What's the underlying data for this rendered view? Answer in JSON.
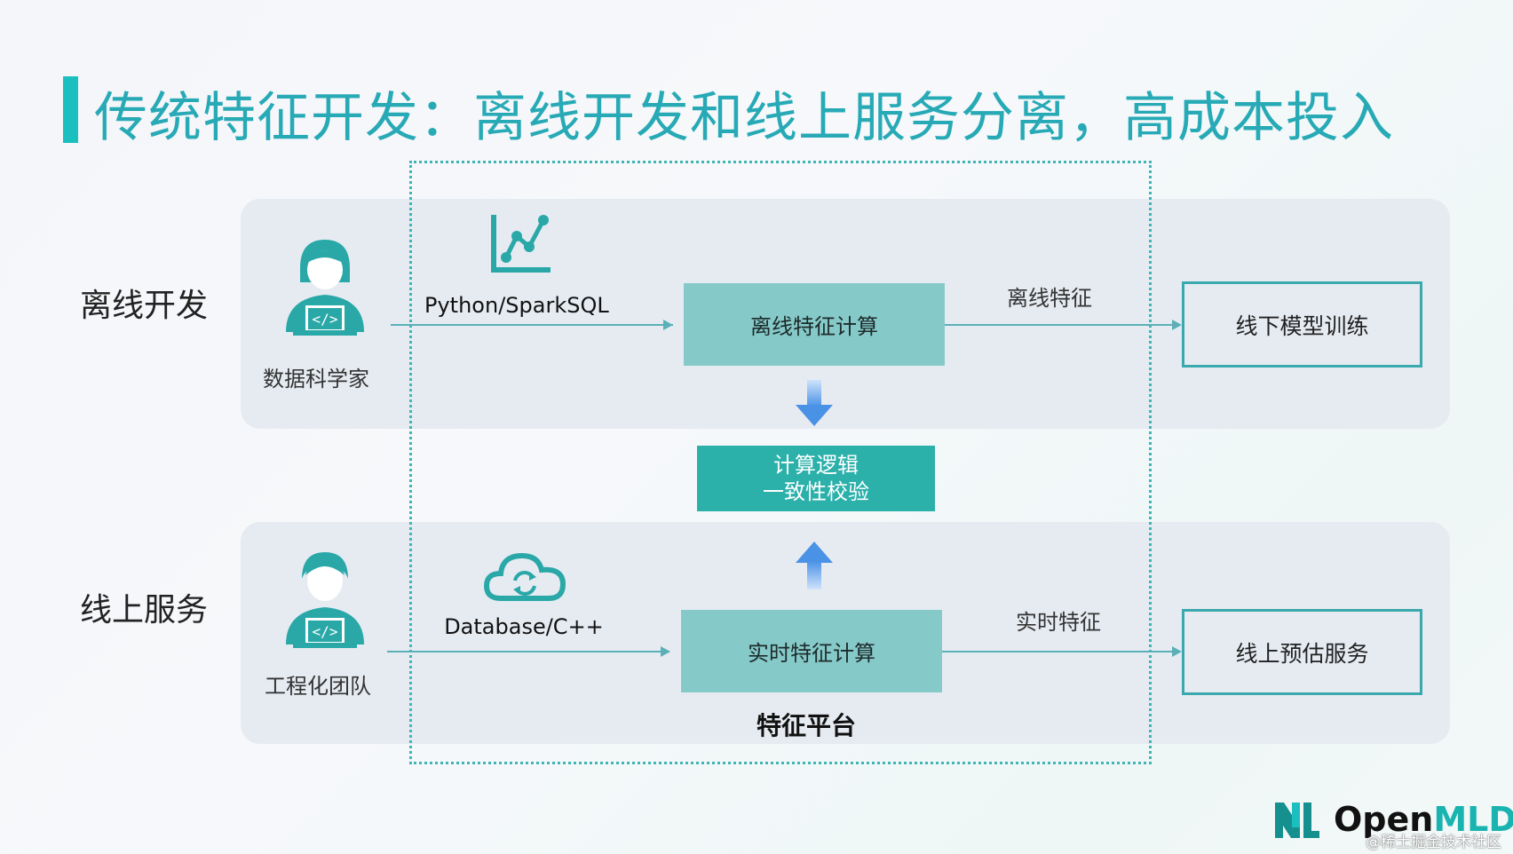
{
  "title": "传统特征开发：离线开发和线上服务分离，高成本投入",
  "rows": {
    "offline": {
      "label": "离线开发",
      "person": "数据科学家",
      "tech": "Python/SparkSQL",
      "compute": "离线特征计算",
      "feature": "离线特征",
      "target": "线下模型训练"
    },
    "online": {
      "label": "线上服务",
      "person": "工程化团队",
      "tech": "Database/C++",
      "compute": "实时特征计算",
      "feature": "实时特征",
      "target": "线上预估服务"
    }
  },
  "check": {
    "line1": "计算逻辑",
    "line2": "一致性校验"
  },
  "platform_label": "特征平台",
  "logo": {
    "prefix": "Open",
    "suffix": "MLDB"
  },
  "watermark": "@稀土掘金技术社区",
  "colors": {
    "accent": "#27aab6",
    "compute_box": "#86c9c9",
    "check_box": "#2bb0aa",
    "band": "#e6ebf2",
    "person_icon": "#2aa8a8",
    "down_up_arrow": "#5b9ee6"
  },
  "icons": {
    "offline_person": "data-scientist-icon",
    "online_person": "engineer-icon",
    "offline_tech": "chart-icon",
    "online_tech": "cloud-sync-icon"
  }
}
